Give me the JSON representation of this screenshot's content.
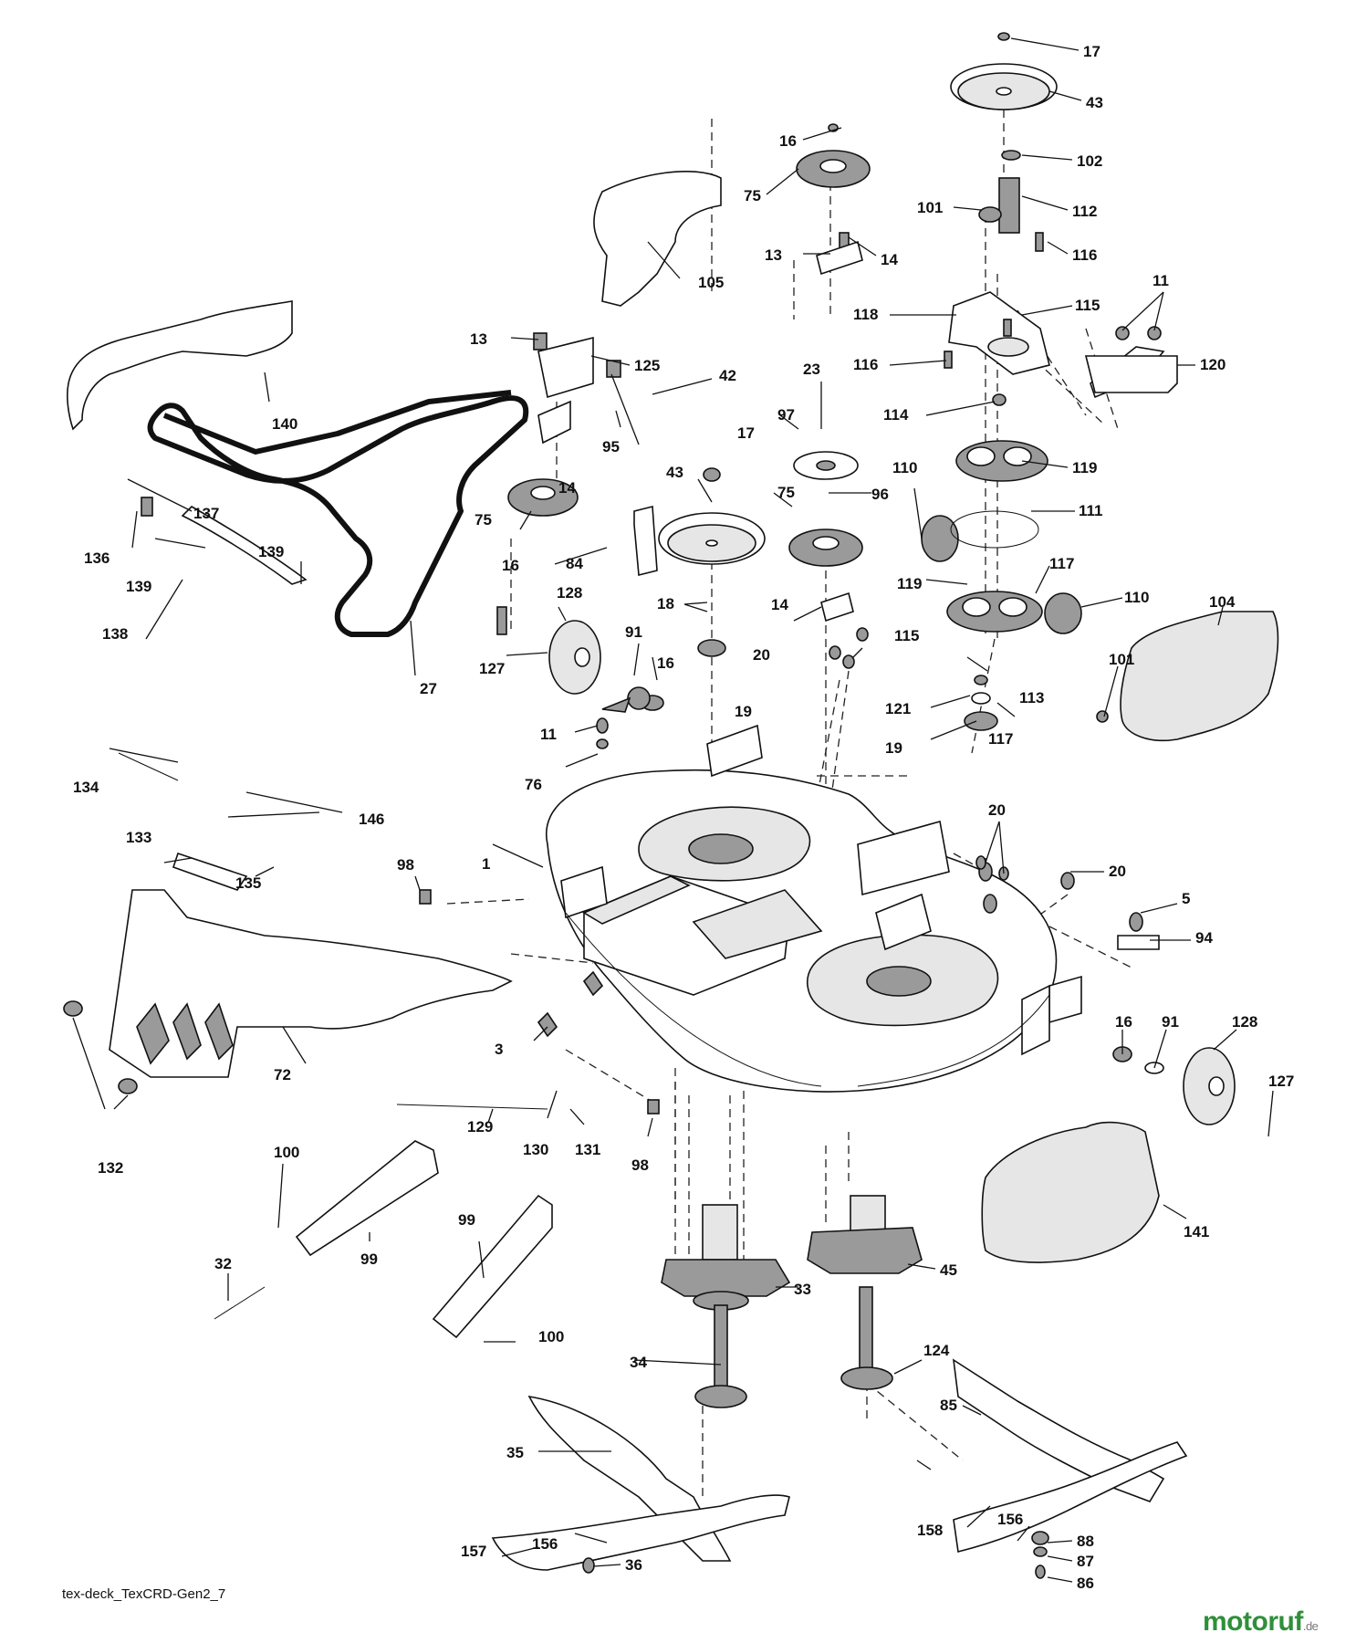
{
  "diagram": {
    "drawing_code": "tex-deck_TexCRD-Gen2_7",
    "watermark": {
      "prefix": "moto",
      "mid": "ruf",
      "suffix": ".de"
    },
    "callouts": [
      "17",
      "43",
      "16",
      "102",
      "75",
      "101",
      "112",
      "116",
      "13",
      "14",
      "105",
      "11",
      "115",
      "118",
      "120",
      "125",
      "13",
      "42",
      "23",
      "116",
      "114",
      "140",
      "97",
      "95",
      "14",
      "17",
      "119",
      "110",
      "96",
      "137",
      "75",
      "43",
      "75",
      "111",
      "136",
      "16",
      "84",
      "119",
      "117",
      "110",
      "104",
      "139",
      "18",
      "14",
      "139",
      "128",
      "91",
      "16",
      "115",
      "138",
      "127",
      "20",
      "113",
      "101",
      "27",
      "19",
      "121",
      "117",
      "19",
      "11",
      "134",
      "76",
      "146",
      "20",
      "133",
      "98",
      "1",
      "20",
      "135",
      "5",
      "94",
      "3",
      "16",
      "91",
      "128",
      "72",
      "127",
      "129",
      "130",
      "131",
      "98",
      "132",
      "100",
      "99",
      "141",
      "32",
      "33",
      "45",
      "99",
      "100",
      "34",
      "124",
      "35",
      "85",
      "157",
      "156",
      "158",
      "156",
      "88",
      "87",
      "86",
      "36"
    ]
  }
}
